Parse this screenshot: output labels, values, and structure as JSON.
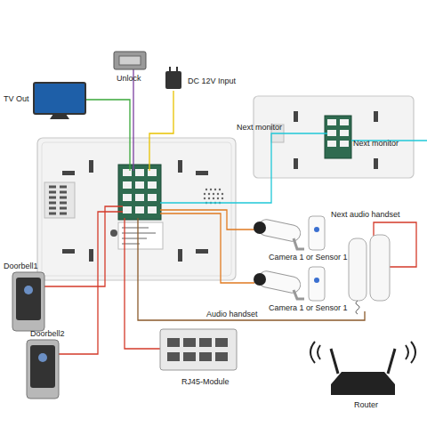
{
  "diagram": {
    "nodes": [
      {
        "text": [
          "TV Out"
        ]
      },
      {
        "text": [
          "Unlock"
        ]
      },
      {
        "text": [
          "DC 12V Input"
        ]
      },
      {
        "text": [
          "Next monitor"
        ]
      },
      {
        "text": [
          "Camera 1 or Sensor 1"
        ]
      },
      {
        "text": [
          "Camera 1 or Sensor 1"
        ]
      },
      {
        "text": [
          "Next audio handset"
        ]
      },
      {
        "text": [
          "Doorbell1"
        ]
      },
      {
        "text": [
          "Doorbell2"
        ]
      },
      {
        "text": [
          "RJ45-Module"
        ]
      },
      {
        "text": [
          "Router"
        ]
      }
    ],
    "labels": [
      "Next monitor",
      "Audio handset"
    ]
  }
}
